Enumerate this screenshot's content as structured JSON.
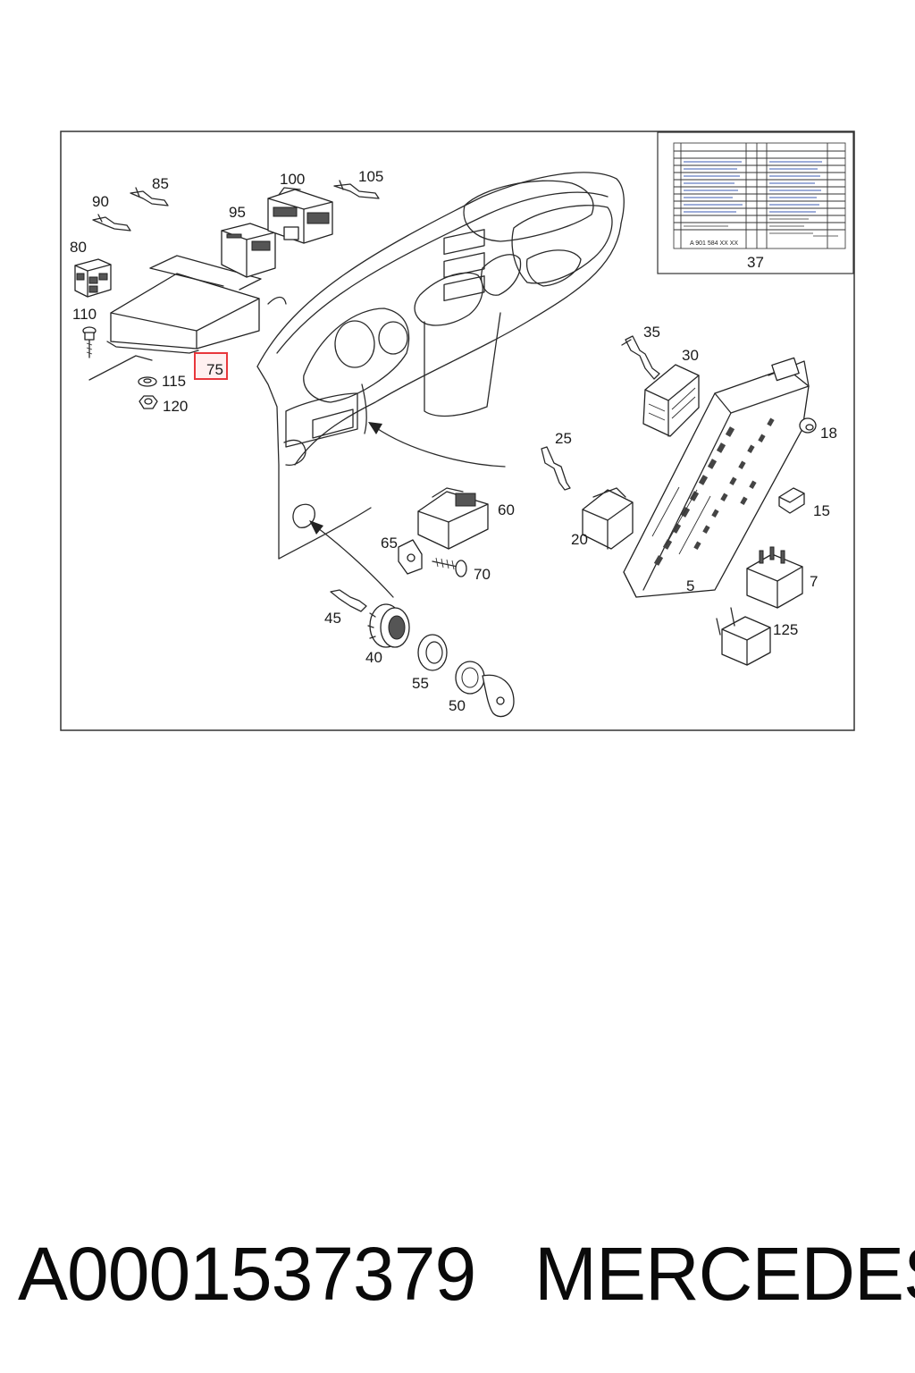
{
  "diagram": {
    "callouts": {
      "c5": "5",
      "c7": "7",
      "c15": "15",
      "c18": "18",
      "c20": "20",
      "c25": "25",
      "c30": "30",
      "c35": "35",
      "c37": "37",
      "c40": "40",
      "c45": "45",
      "c50": "50",
      "c55": "55",
      "c60": "60",
      "c65": "65",
      "c70": "70",
      "c75": "75",
      "c80": "80",
      "c85": "85",
      "c90": "90",
      "c95": "95",
      "c100": "100",
      "c105": "105",
      "c110": "110",
      "c115": "115",
      "c120": "120",
      "c125": "125"
    },
    "highlighted_callout": "75",
    "highlight_color": "#e8373c",
    "label_card": {
      "part_code": "A 901 584 XX XX",
      "callout": "37"
    }
  },
  "footer": {
    "part_number": "A0001537379",
    "brand": "MERCEDES"
  }
}
